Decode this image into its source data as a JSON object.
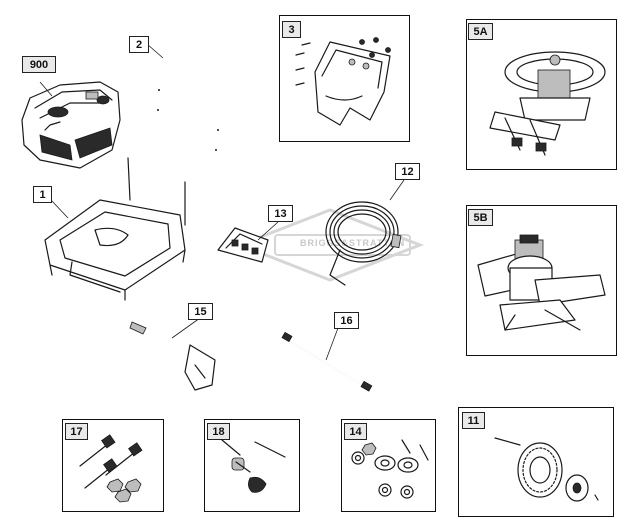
{
  "labels": {
    "engine": "900",
    "handle": "2",
    "bracket_kit": "3",
    "pump_5a": "5A",
    "frame": "1",
    "hose": "12",
    "nozzles": "13",
    "pump_5b": "5B",
    "gun": "15",
    "wand": "16",
    "bolts": "17",
    "handle_hardware": "18",
    "wheel_hardware": "14",
    "wheel": "11"
  },
  "watermark": {
    "text": "BRIGGS&STRATTON",
    "color": "#c8c8c8"
  },
  "colors": {
    "line": "#1a1a1a",
    "label_fill": "#e9e9e9",
    "background": "#ffffff"
  }
}
